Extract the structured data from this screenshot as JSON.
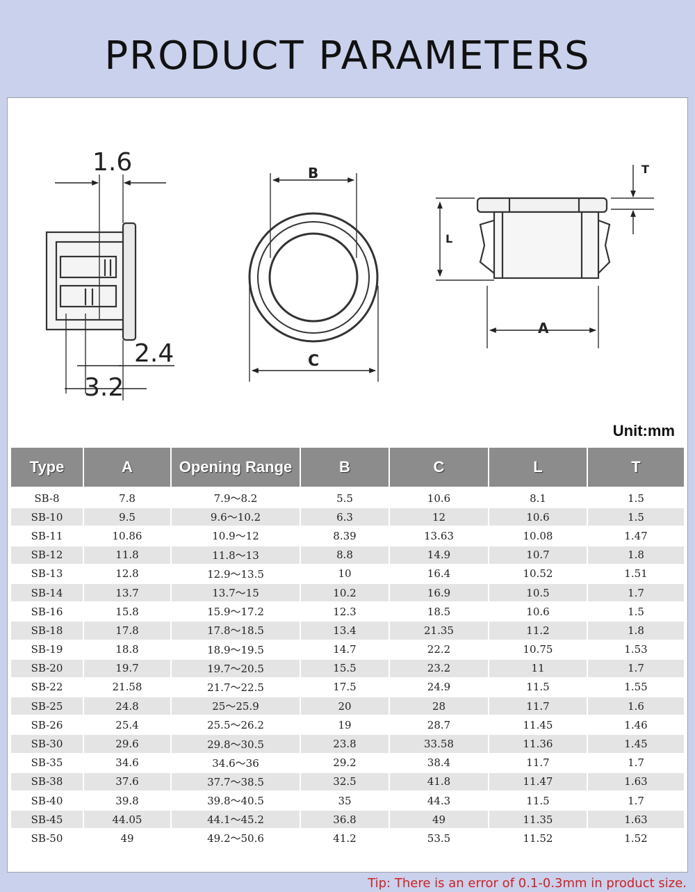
{
  "title": "PRODUCT PARAMETERS",
  "unit": "Unit:mm",
  "diagram": {
    "side_dims": [
      "1.6",
      "2.4",
      "3.2"
    ],
    "front_labels": [
      "B",
      "C"
    ],
    "section_labels": [
      "T",
      "L",
      "A"
    ]
  },
  "table": {
    "headers": [
      "Type",
      "A",
      "Opening Range",
      "B",
      "C",
      "L",
      "T"
    ],
    "rows": [
      [
        "SB-8",
        "7.8",
        "7.9～8.2",
        "5.5",
        "10.6",
        "8.1",
        "1.5"
      ],
      [
        "SB-10",
        "9.5",
        "9.6～10.2",
        "6.3",
        "12",
        "10.6",
        "1.5"
      ],
      [
        "SB-11",
        "10.86",
        "10.9～12",
        "8.39",
        "13.63",
        "10.08",
        "1.47"
      ],
      [
        "SB-12",
        "11.8",
        "11.8～13",
        "8.8",
        "14.9",
        "10.7",
        "1.8"
      ],
      [
        "SB-13",
        "12.8",
        "12.9～13.5",
        "10",
        "16.4",
        "10.52",
        "1.51"
      ],
      [
        "SB-14",
        "13.7",
        "13.7～15",
        "10.2",
        "16.9",
        "10.5",
        "1.7"
      ],
      [
        "SB-16",
        "15.8",
        "15.9～17.2",
        "12.3",
        "18.5",
        "10.6",
        "1.5"
      ],
      [
        "SB-18",
        "17.8",
        "17.8～18.5",
        "13.4",
        "21.35",
        "11.2",
        "1.8"
      ],
      [
        "SB-19",
        "18.8",
        "18.9～19.5",
        "14.7",
        "22.2",
        "10.75",
        "1.53"
      ],
      [
        "SB-20",
        "19.7",
        "19.7～20.5",
        "15.5",
        "23.2",
        "11",
        "1.7"
      ],
      [
        "SB-22",
        "21.58",
        "21.7～22.5",
        "17.5",
        "24.9",
        "11.5",
        "1.55"
      ],
      [
        "SB-25",
        "24.8",
        "25～25.9",
        "20",
        "28",
        "11.7",
        "1.6"
      ],
      [
        "SB-26",
        "25.4",
        "25.5～26.2",
        "19",
        "28.7",
        "11.45",
        "1.46"
      ],
      [
        "SB-30",
        "29.6",
        "29.8～30.5",
        "23.8",
        "33.58",
        "11.36",
        "1.45"
      ],
      [
        "SB-35",
        "34.6",
        "34.6～36",
        "29.2",
        "38.4",
        "11.7",
        "1.7"
      ],
      [
        "SB-38",
        "37.6",
        "37.7～38.5",
        "32.5",
        "41.8",
        "11.47",
        "1.63"
      ],
      [
        "SB-40",
        "39.8",
        "39.8～40.5",
        "35",
        "44.3",
        "11.5",
        "1.7"
      ],
      [
        "SB-45",
        "44.05",
        "44.1～45.2",
        "36.8",
        "49",
        "11.35",
        "1.63"
      ],
      [
        "SB-50",
        "49",
        "49.2～50.6",
        "41.2",
        "53.5",
        "11.52",
        "1.52"
      ]
    ]
  },
  "tip": "Tip: There is an error of 0.1-0.3mm in product size."
}
